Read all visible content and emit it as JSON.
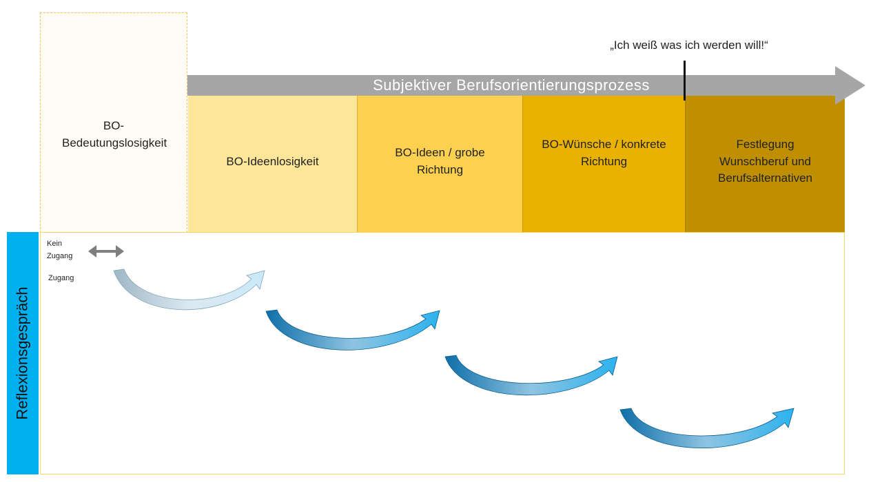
{
  "process_arrow": {
    "label": "Subjektiver Berufsorientierungsprozess",
    "color": "#a6a6a6"
  },
  "goal_quote": "„Ich weiß was ich werden will!“",
  "stages": [
    {
      "label": "BO- Bedeutungslosigkeit",
      "color": "#fffcf5"
    },
    {
      "label": "BO-Ideenlosigkeit",
      "color": "#fde699"
    },
    {
      "label": "BO-Ideen / grobe Richtung",
      "color": "#fdd14f"
    },
    {
      "label": "BO-Wünsche / konkrete Richtung",
      "color": "#e9b100"
    },
    {
      "label": "Festlegung Wunschberuf und Berufsalternativen",
      "color": "#bf8f00"
    }
  ],
  "reflection": {
    "side_label": "Reflexionsgespräch",
    "side_color": "#00b0f0",
    "no_access_label": "Kein Zugang",
    "access_label": "Zugang"
  }
}
